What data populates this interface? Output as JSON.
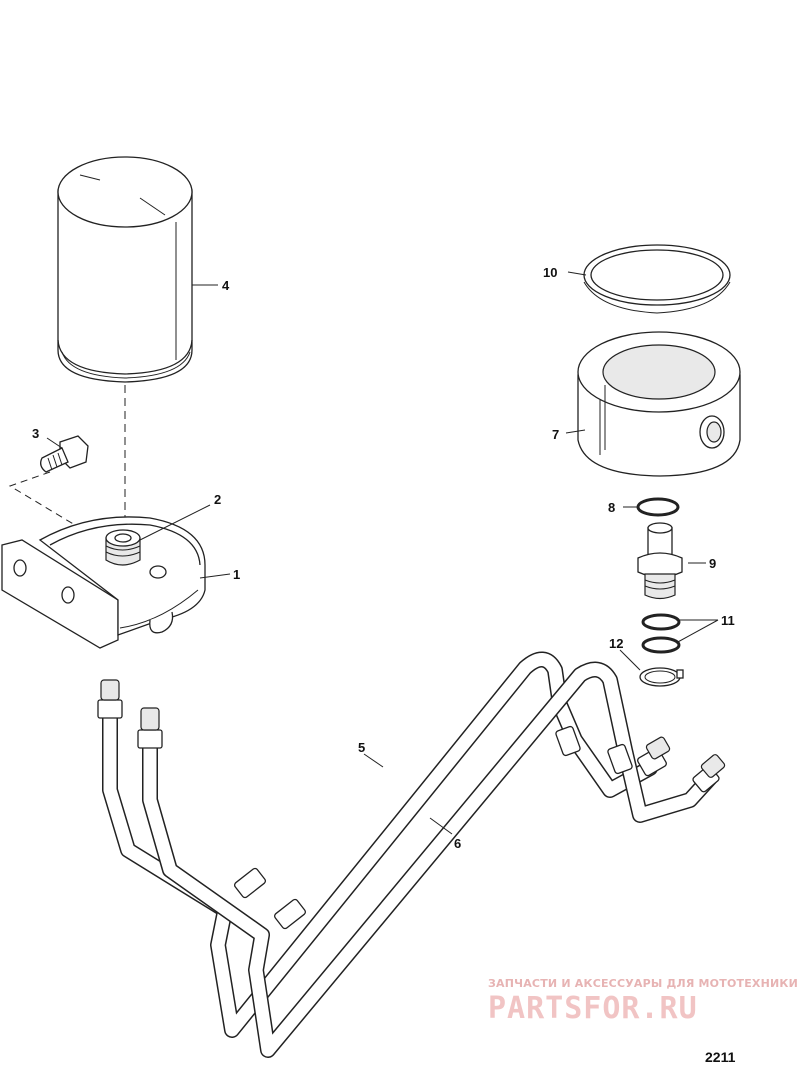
{
  "diagram": {
    "callouts": [
      {
        "id": "callout-1",
        "label": "1"
      },
      {
        "id": "callout-2",
        "label": "2"
      },
      {
        "id": "callout-3",
        "label": "3"
      },
      {
        "id": "callout-4",
        "label": "4"
      },
      {
        "id": "callout-5",
        "label": "5"
      },
      {
        "id": "callout-6",
        "label": "6"
      },
      {
        "id": "callout-7",
        "label": "7"
      },
      {
        "id": "callout-8",
        "label": "8"
      },
      {
        "id": "callout-9",
        "label": "9"
      },
      {
        "id": "callout-10",
        "label": "10"
      },
      {
        "id": "callout-11",
        "label": "11"
      },
      {
        "id": "callout-12",
        "label": "12"
      }
    ],
    "figure_number": "2211"
  },
  "watermark": {
    "tagline": "ЗАПЧАСТИ И АКСЕССУАРЫ ДЛЯ МОТОТЕХНИКИ",
    "logo": "PARTSFOR.RU",
    "color": "#f1c4c4"
  }
}
